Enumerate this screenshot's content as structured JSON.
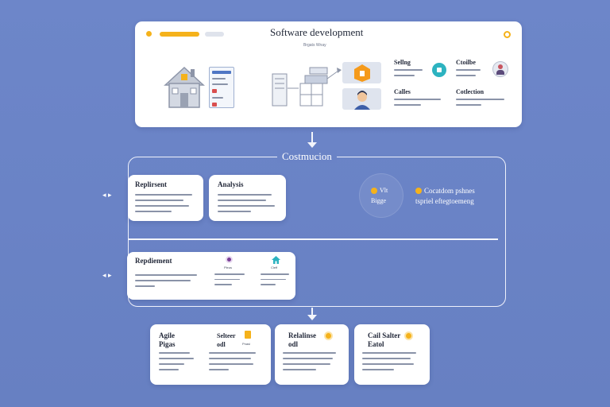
{
  "colors": {
    "background": "#6b84c7",
    "accent_yellow": "#f5b21b",
    "accent_teal": "#2db3c0",
    "accent_purple": "#7a3f96",
    "frame_line": "#eef1fb"
  },
  "top_panel": {
    "title": "Software development",
    "subtitle": "Brgats Wnay",
    "items": [
      {
        "label": "Sellng",
        "icon": "puzzle-icon"
      },
      {
        "label": "Calles",
        "icon": ""
      },
      {
        "label": "Ctoilbe",
        "icon": "person-icon"
      },
      {
        "label": "Cotlection",
        "icon": ""
      }
    ]
  },
  "construction": {
    "label": "Costmucion",
    "cards": [
      {
        "title": "Replirsent"
      },
      {
        "title": "Analysis"
      }
    ],
    "bubble": {
      "line1": "Vlt",
      "line2": "Bigge"
    },
    "note": {
      "line1": "Cocatdom pshnes",
      "line2": "tspriel eftegtoemeng"
    }
  },
  "requirement_card": {
    "title": "Repdiement",
    "mini": [
      {
        "label": "Pleus",
        "icon": "circle-icon"
      },
      {
        "label": "Cleff",
        "icon": "house-icon"
      }
    ]
  },
  "bottom_cards": [
    {
      "title": "Agile Pigas",
      "sub_title": "Selteer odl",
      "sub_icon": "doc-icon",
      "sub_tag": "Pnasi"
    },
    {
      "title": "Relalinse odl",
      "sub_icon": "coin-icon"
    },
    {
      "title": "Cail Salter Eatol",
      "sub_icon": "coin-icon"
    }
  ]
}
